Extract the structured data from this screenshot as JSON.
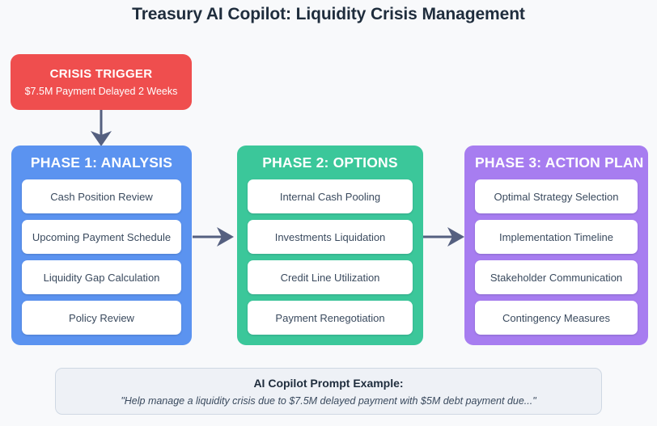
{
  "page": {
    "title": "Treasury AI Copilot: Liquidity Crisis Management",
    "background_color": "#f8f9fb",
    "title_color": "#1f2d3d"
  },
  "crisis_trigger": {
    "title": "CRISIS TRIGGER",
    "subtitle": "$7.5M Payment Delayed 2 Weeks",
    "color": "#ef4e4e",
    "text_color": "#ffffff"
  },
  "connectors": {
    "trigger_to_phase1": "arrow-down",
    "phase1_to_phase2": "arrow-right",
    "phase2_to_phase3": "arrow-right",
    "color": "#556080"
  },
  "phases": [
    {
      "title": "PHASE 1: ANALYSIS",
      "color": "#5b93f0",
      "items": [
        "Cash Position Review",
        "Upcoming Payment Schedule",
        "Liquidity Gap Calculation",
        "Policy Review"
      ]
    },
    {
      "title": "PHASE 2: OPTIONS",
      "color": "#3bc79a",
      "items": [
        "Internal Cash Pooling",
        "Investments Liquidation",
        "Credit Line Utilization",
        "Payment Renegotiation"
      ]
    },
    {
      "title": "PHASE 3: ACTION PLAN",
      "color": "#a77df0",
      "items": [
        "Optimal Strategy Selection",
        "Implementation Timeline",
        "Stakeholder Communication",
        "Contingency Measures"
      ]
    }
  ],
  "prompt_box": {
    "title": "AI Copilot Prompt Example:",
    "text": "\"Help manage a liquidity crisis due to $7.5M delayed payment with $5M debt payment due...\"",
    "background_color": "#eef1f6",
    "border_color": "#cfd8e3"
  }
}
